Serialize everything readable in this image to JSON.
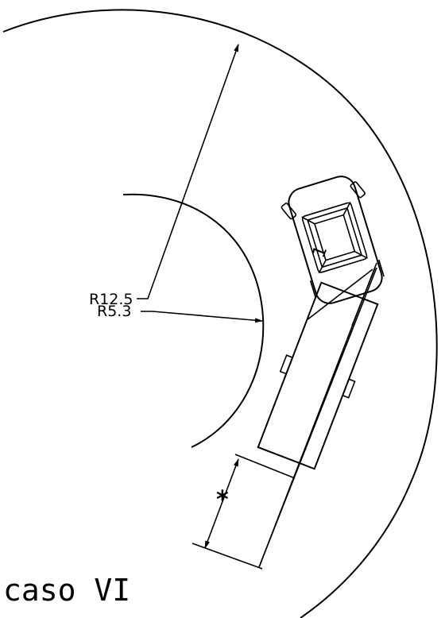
{
  "labels": {
    "outer_radius": "R12.5",
    "inner_radius": "R5.3",
    "measure_line": "1",
    "offset_marker": "*",
    "caption": "caso VI"
  }
}
